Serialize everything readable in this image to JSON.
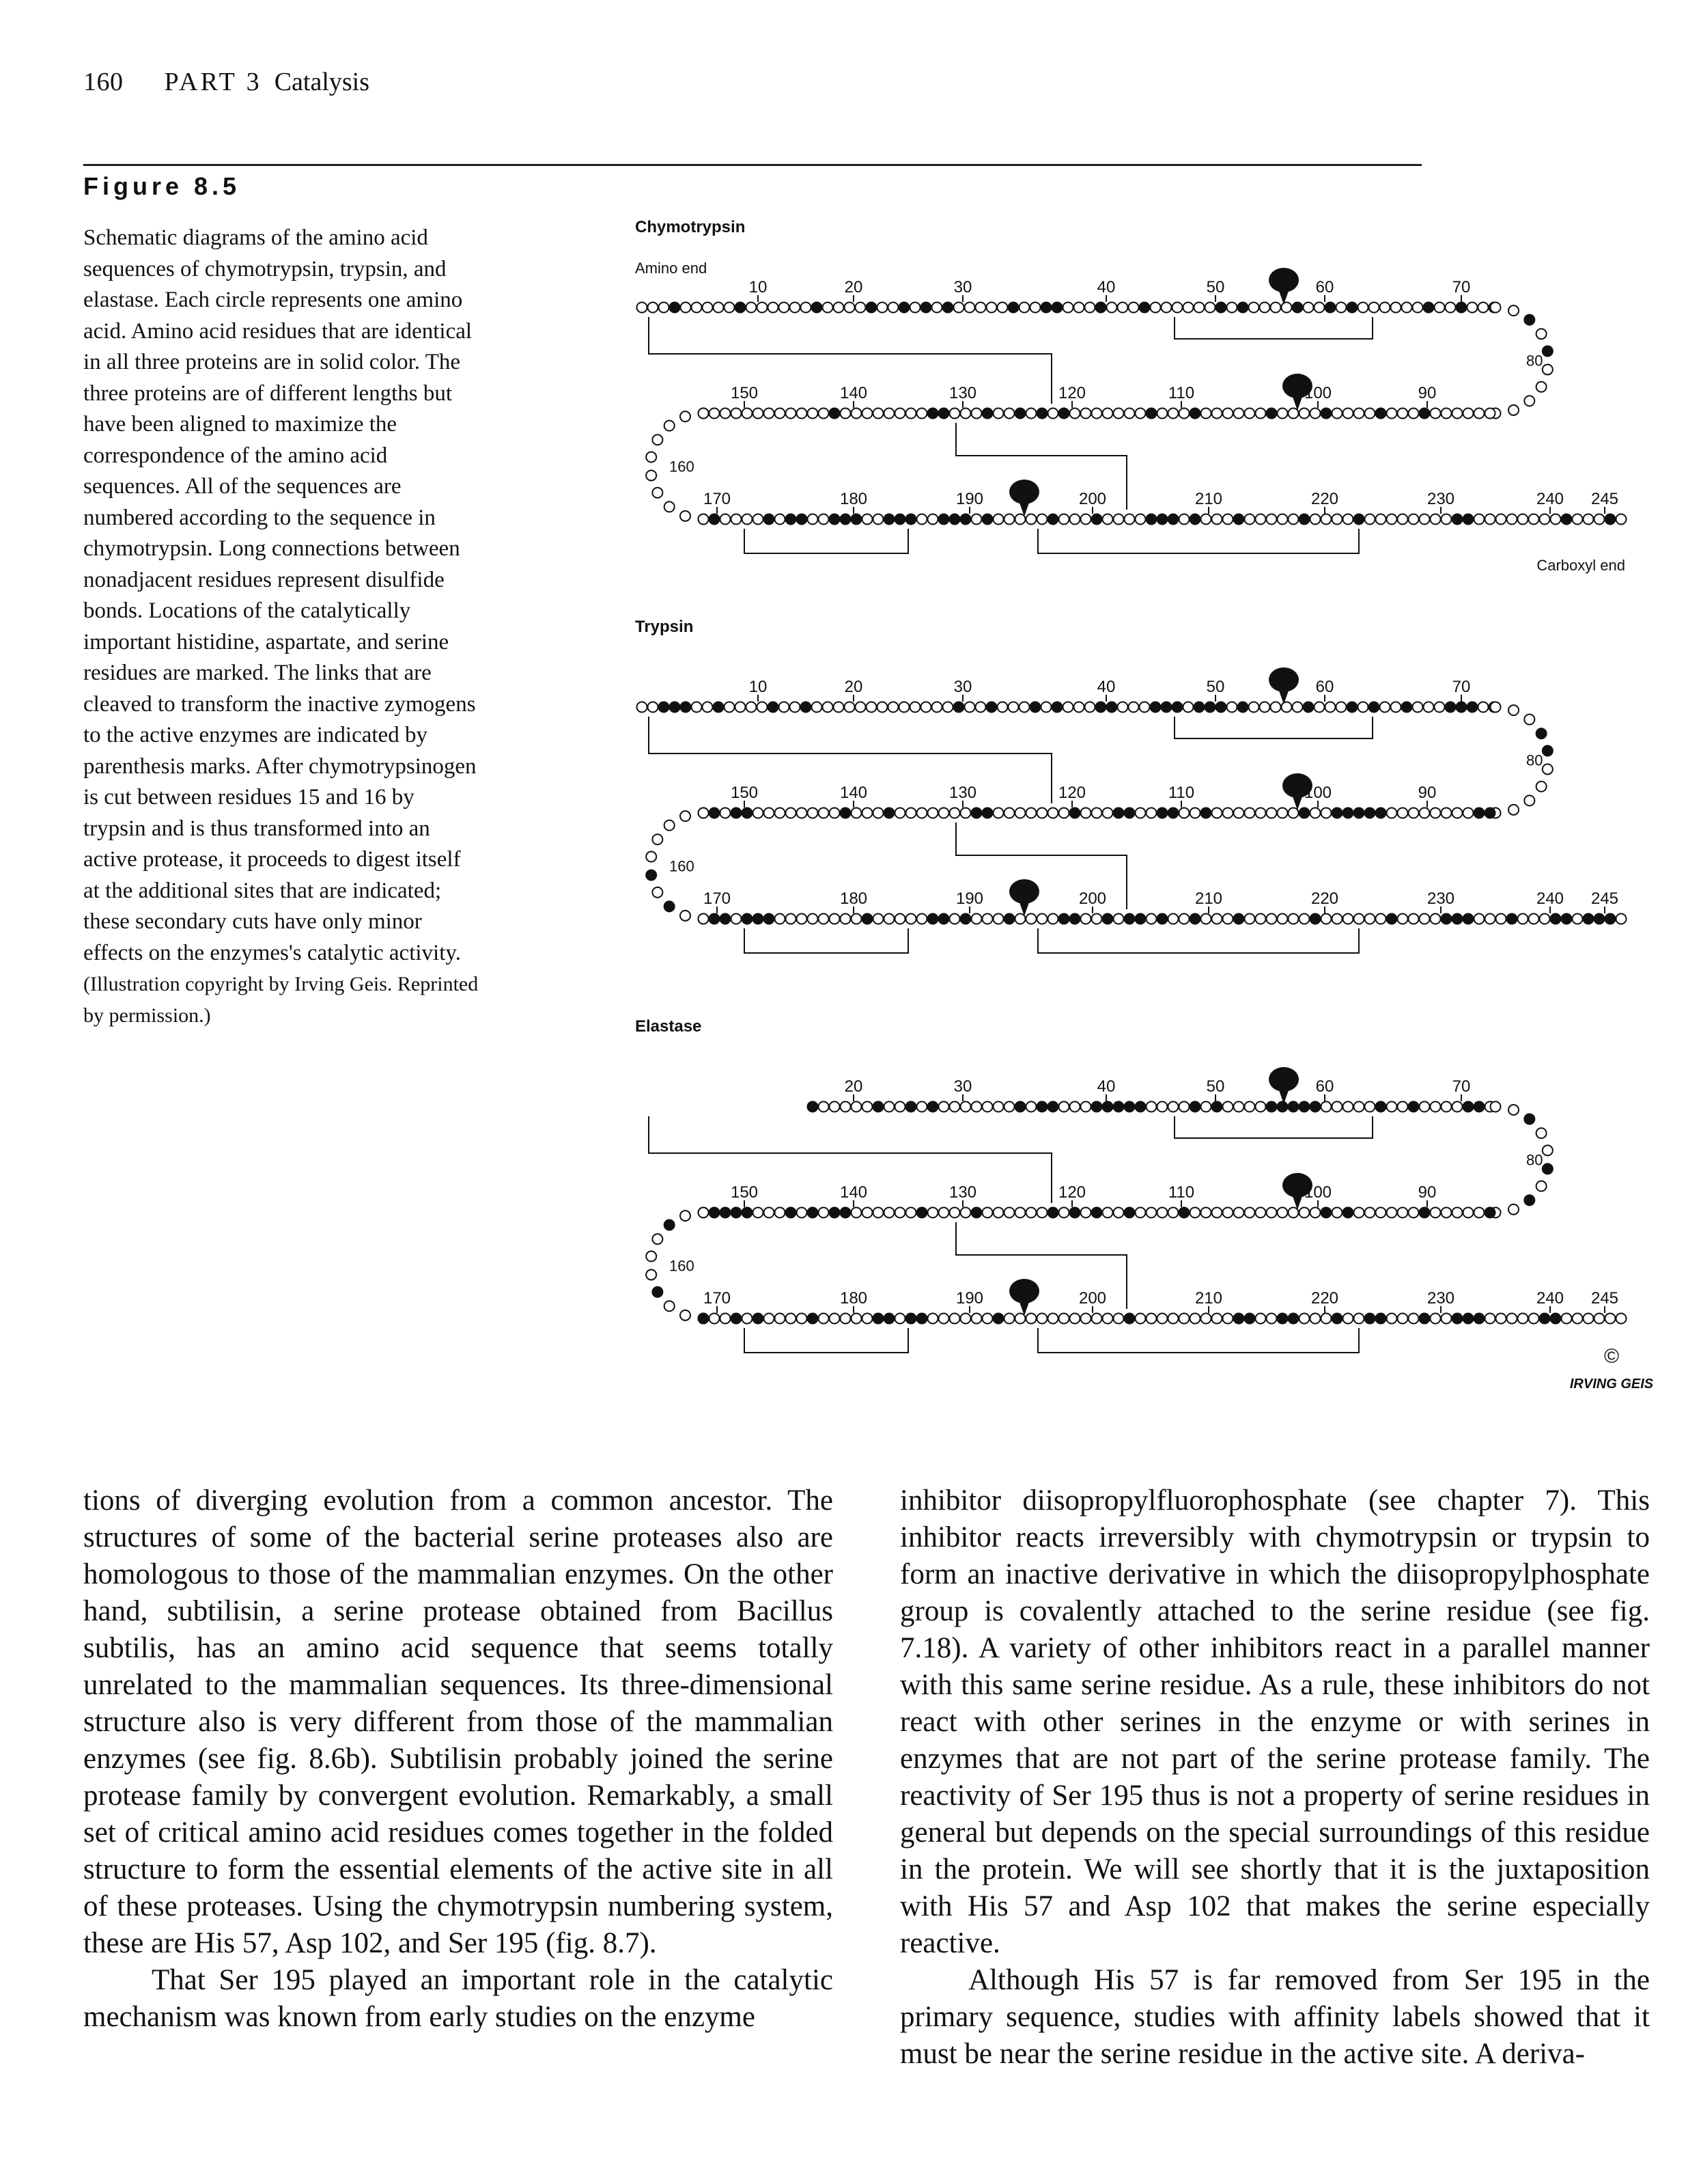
{
  "header": {
    "page_number": "160",
    "part_label": "PART 3",
    "part_title": "Catalysis"
  },
  "figure": {
    "label": "Figure 8.5",
    "caption": "Schematic diagrams of the amino acid sequences of chymotrypsin, trypsin, and elastase. Each circle represents one amino acid. Amino acid residues that are identical in all three proteins are in solid color. The three proteins are of different lengths but have been aligned to maximize the correspondence of the amino acid sequences. All of the sequences are numbered according to the sequence in chymotrypsin. Long connections between nonadjacent residues represent disulfide bonds. Locations of the catalytically important histidine, aspartate, and serine residues are marked. The links that are cleaved to transform the inactive zymogens to the active enzymes are indicated by parenthesis marks. After chymotrypsinogen is cut between residues 15 and 16 by trypsin and is thus transformed into an active protease, it proceeds to digest itself at the additional sites that are indicated; these secondary cuts have only minor effects on the enzymes's catalytic activity.",
    "credit": "(Illustration copyright by Irving Geis. Reprinted by permission.)",
    "panels": [
      {
        "name": "Chymotrypsin",
        "start_label": "Amino end",
        "end_label": "Carboxyl end",
        "row1_numbers": [
          "10",
          "20",
          "30",
          "40",
          "50",
          "60",
          "70"
        ],
        "row2_numbers": [
          "150",
          "140",
          "130",
          "120",
          "110",
          "100",
          "90"
        ],
        "row3_numbers": [
          "170",
          "180",
          "190",
          "200",
          "210",
          "220",
          "230",
          "240",
          "245"
        ],
        "side_numbers": [
          "80",
          "160"
        ]
      },
      {
        "name": "Trypsin",
        "start_label": "",
        "end_label": "",
        "row1_numbers": [
          "10",
          "20",
          "30",
          "40",
          "50",
          "60",
          "70"
        ],
        "row2_numbers": [
          "150",
          "140",
          "130",
          "120",
          "110",
          "100",
          "90"
        ],
        "row3_numbers": [
          "170",
          "180",
          "190",
          "200",
          "210",
          "220",
          "230",
          "240",
          "245"
        ],
        "side_numbers": [
          "80",
          "160"
        ]
      },
      {
        "name": "Elastase",
        "start_label": "",
        "end_label": "",
        "row1_numbers": [
          "20",
          "30",
          "40",
          "50",
          "60",
          "70"
        ],
        "row2_numbers": [
          "150",
          "140",
          "130",
          "120",
          "110",
          "100",
          "90"
        ],
        "row3_numbers": [
          "170",
          "180",
          "190",
          "200",
          "210",
          "220",
          "230",
          "240",
          "245"
        ],
        "side_numbers": [
          "80",
          "160"
        ]
      }
    ],
    "copyright_mark": "©",
    "signature": "IRVING GEIS"
  },
  "body": {
    "left_paragraphs": [
      "tions of diverging evolution from a common ancestor. The structures of some of the bacterial serine proteases also are homologous to those of the mammalian enzymes. On the other hand, subtilisin, a serine protease obtained from Bacillus subtilis, has an amino acid sequence that seems totally unrelated to the mammalian sequences. Its three-dimensional structure also is very different from those of the mammalian enzymes (see fig. 8.6b). Subtilisin probably joined the serine protease family by convergent evolution. Remarkably, a small set of critical amino acid residues comes together in the folded structure to form the essential elements of the active site in all of these proteases. Using the chymotrypsin numbering system, these are His 57, Asp 102, and Ser 195 (fig. 8.7).",
      "That Ser 195 played an important role in the catalytic mechanism was known from early studies on the enzyme"
    ],
    "right_paragraphs": [
      "inhibitor diisopropylfluorophosphate (see chapter 7). This inhibitor reacts irreversibly with chymotrypsin or trypsin to form an inactive derivative in which the diisopropylphosphate group is covalently attached to the serine residue (see fig. 7.18). A variety of other inhibitors react in a parallel manner with this same serine residue. As a rule, these inhibitors do not react with other serines in the enzyme or with serines in enzymes that are not part of the serine protease family. The reactivity of Ser 195 thus is not a property of serine residues in general but depends on the special surroundings of this residue in the protein. We will see shortly that it is the juxtaposition with His 57 and Asp 102 that makes the serine especially reactive.",
      "Although His 57 is far removed from Ser 195 in the primary sequence, studies with affinity labels showed that it must be near the serine residue in the active site. A deriva-"
    ]
  }
}
